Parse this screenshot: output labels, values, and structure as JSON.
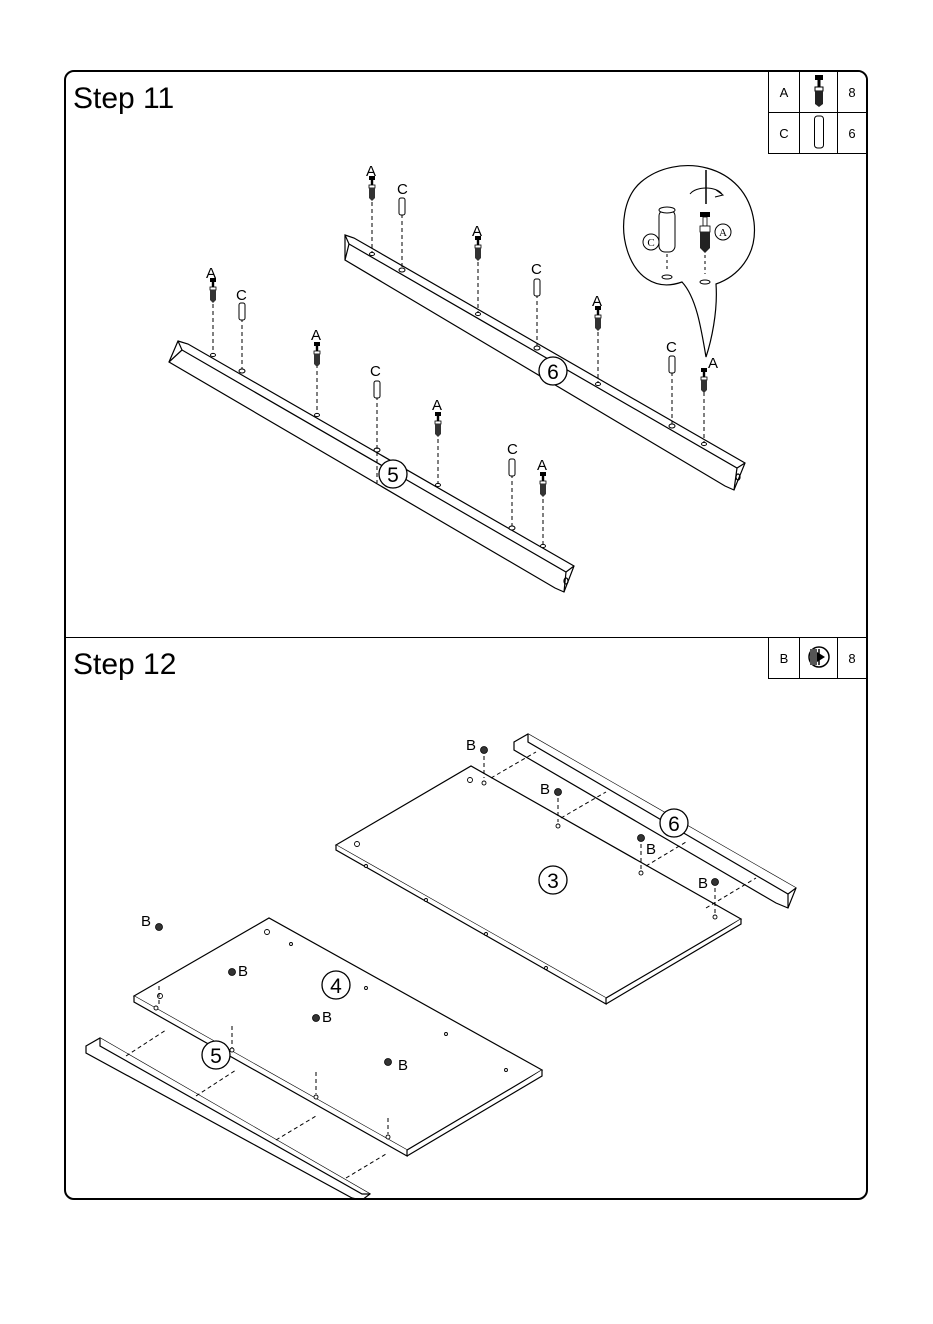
{
  "steps": [
    {
      "title": "Step 11",
      "parts": [
        {
          "code": "A",
          "icon": "cam-bolt-icon",
          "qty": "8"
        },
        {
          "code": "C",
          "icon": "wooden-dowel-icon",
          "qty": "6"
        }
      ],
      "labels": {
        "part5": "5",
        "part6": "6",
        "A": "A",
        "C": "C",
        "detail_C": "C",
        "detail_A": "A"
      }
    },
    {
      "title": "Step 12",
      "parts": [
        {
          "code": "B",
          "icon": "cam-lock-icon",
          "qty": "8"
        }
      ],
      "labels": {
        "part3": "3",
        "part4": "4",
        "part5": "5",
        "part6": "6",
        "B": "B"
      }
    }
  ]
}
